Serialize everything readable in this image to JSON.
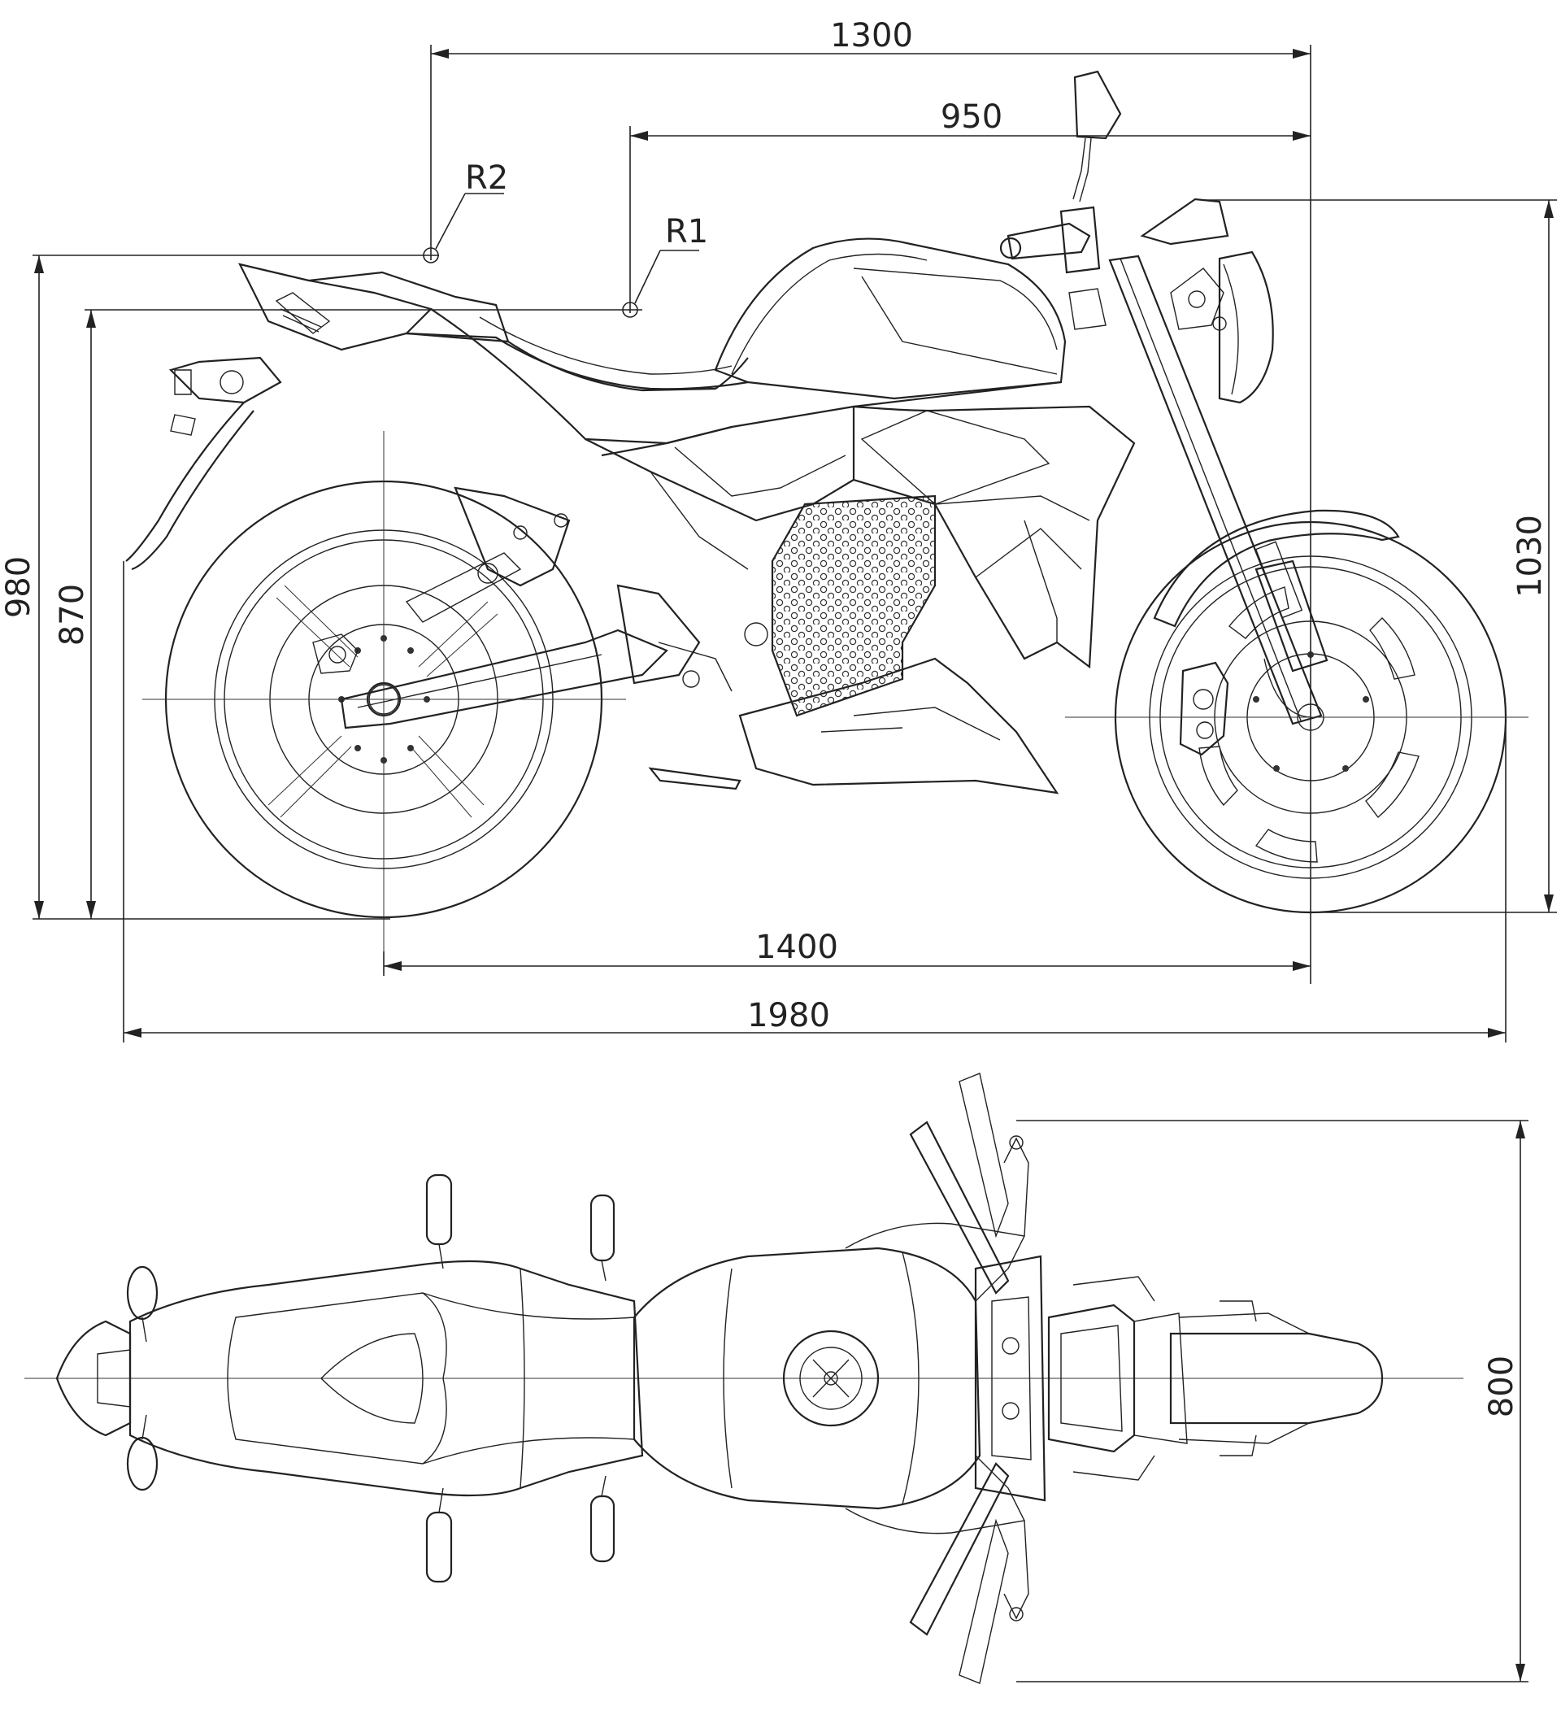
{
  "dimensions": {
    "d1300": "1300",
    "d950": "950",
    "r2": "R2",
    "r1": "R1",
    "d980": "980",
    "d870": "870",
    "d1030": "1030",
    "d1400": "1400",
    "d1980": "1980",
    "d800": "800"
  },
  "colors": {
    "line": "#222222",
    "background": "#ffffff"
  }
}
